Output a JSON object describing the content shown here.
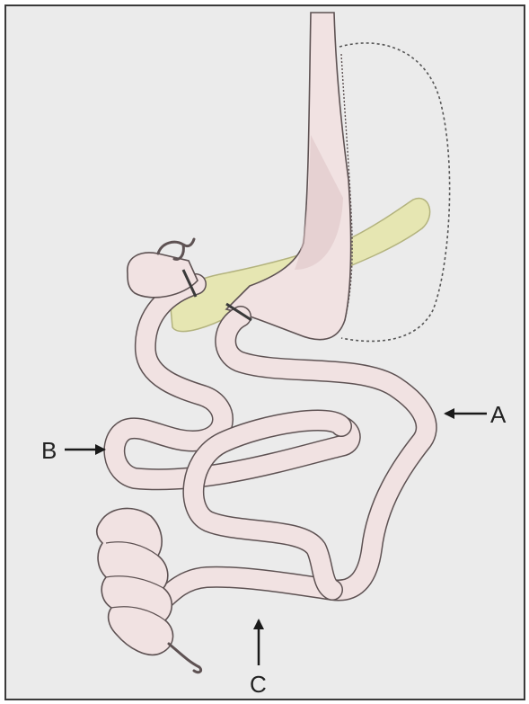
{
  "labels": {
    "a": "A",
    "b": "B",
    "c": "C"
  },
  "colors": {
    "background": "#ebebeb",
    "frame": "#3a3a3a",
    "organ_fill": "#f1e2e2",
    "organ_shade": "#dcc3c4",
    "organ_outline": "#5e5253",
    "pancreas_fill": "#e6e6b2",
    "pancreas_outline": "#b3b37e",
    "dotted_outline": "#555555",
    "arrow": "#1a1a1a"
  }
}
